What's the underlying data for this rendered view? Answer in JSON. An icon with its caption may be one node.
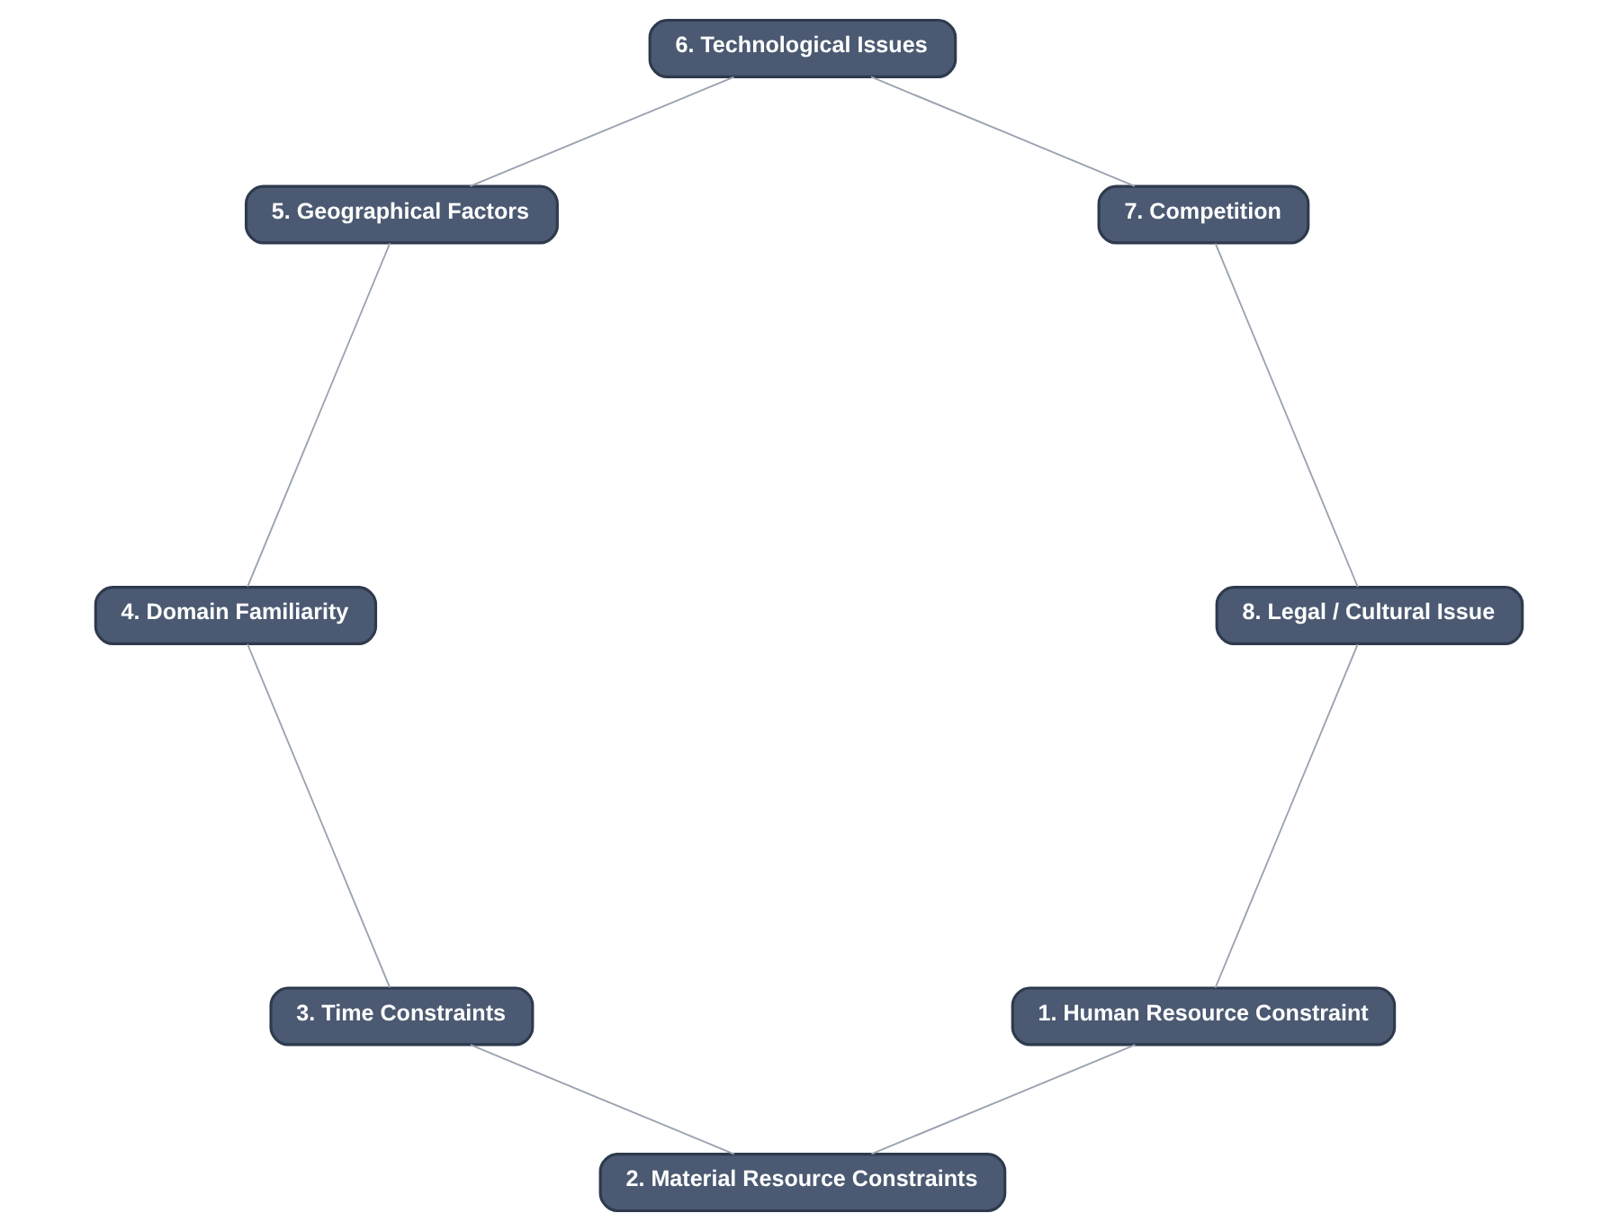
{
  "diagram": {
    "nodes": [
      {
        "text": [
          "1. Human Resource Constraint"
        ]
      },
      {
        "text": [
          "2. Material Resource Constraints"
        ]
      },
      {
        "text": [
          "3. Time Constraints"
        ]
      },
      {
        "text": [
          "4. Domain Familiarity"
        ]
      },
      {
        "text": [
          "5. Geographical Factors"
        ]
      },
      {
        "text": [
          "6. Technological Issues"
        ]
      },
      {
        "text": [
          "7. Competition"
        ]
      },
      {
        "text": [
          "8. Legal / Cultural Issue"
        ]
      }
    ],
    "edges": [
      {
        "from": 0,
        "to": 1,
        "arrow": "none"
      },
      {
        "from": 1,
        "to": 2,
        "arrow": "none"
      },
      {
        "from": 2,
        "to": 3,
        "arrow": "none"
      },
      {
        "from": 3,
        "to": 4,
        "arrow": "none"
      },
      {
        "from": 4,
        "to": 5,
        "arrow": "none"
      },
      {
        "from": 5,
        "to": 6,
        "arrow": "none"
      },
      {
        "from": 6,
        "to": 7,
        "arrow": "none"
      },
      {
        "from": 7,
        "to": 0,
        "arrow": "none"
      }
    ]
  }
}
